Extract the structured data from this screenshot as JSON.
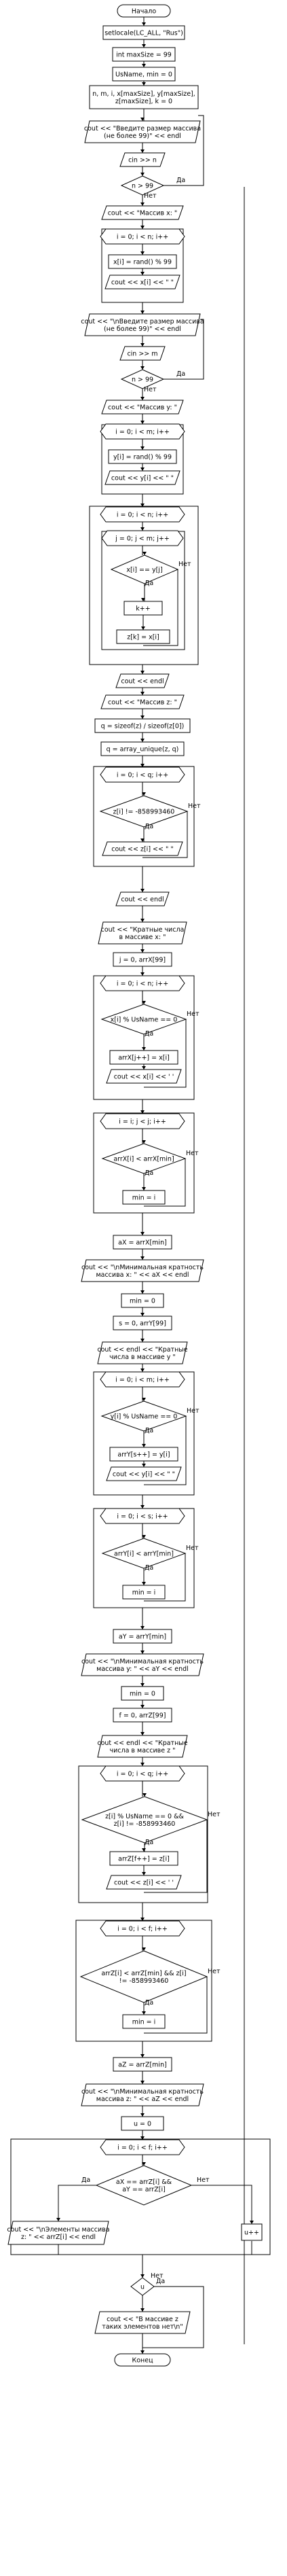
{
  "labels": {
    "yes": "Да",
    "no": "Нет"
  },
  "nodes": [
    {
      "k": "term",
      "t": [
        "Начало"
      ]
    },
    {
      "k": "proc",
      "t": [
        "setlocale(LC_ALL, \"Rus\")"
      ]
    },
    {
      "k": "proc",
      "t": [
        "int maxSize = 99"
      ]
    },
    {
      "k": "proc",
      "t": [
        "UsName, min = 0"
      ]
    },
    {
      "k": "proc",
      "t": [
        "n, m, i, x[maxSize], y[maxSize],",
        "z[maxSize], k = 0"
      ]
    },
    {
      "k": "io",
      "t": [
        "cout << \"Введите размер массива",
        "(не более 99)\" << endl"
      ]
    },
    {
      "k": "io",
      "t": [
        "cin >> n"
      ]
    },
    {
      "k": "dec",
      "t": [
        "n > 99"
      ]
    },
    {
      "k": "io",
      "t": [
        "cout << \"Массив x: \""
      ]
    },
    {
      "k": "loop",
      "t": [
        "i = 0; i < n; i++"
      ]
    },
    {
      "k": "proc",
      "t": [
        "x[i] = rand() % 99"
      ]
    },
    {
      "k": "io",
      "t": [
        "cout << x[i] << \" \""
      ]
    },
    {
      "k": "io",
      "t": [
        "cout << \"\\nВведите размер массива",
        "(не более 99)\" << endl"
      ]
    },
    {
      "k": "io",
      "t": [
        "cin >> m"
      ]
    },
    {
      "k": "dec",
      "t": [
        "n > 99"
      ]
    },
    {
      "k": "io",
      "t": [
        "cout << \"Массив y: \""
      ]
    },
    {
      "k": "loop",
      "t": [
        "i = 0; i < m; i++"
      ]
    },
    {
      "k": "proc",
      "t": [
        "y[i] = rand() % 99"
      ]
    },
    {
      "k": "io",
      "t": [
        "cout << y[i] << \" \""
      ]
    },
    {
      "k": "loop",
      "t": [
        "i = 0; i < n; i++"
      ]
    },
    {
      "k": "loop",
      "t": [
        "j = 0; j < m; j++"
      ]
    },
    {
      "k": "dec",
      "t": [
        "x[i] == y[j]"
      ]
    },
    {
      "k": "proc",
      "t": [
        "k++"
      ]
    },
    {
      "k": "proc",
      "t": [
        "z[k] = x[i]"
      ]
    },
    {
      "k": "io",
      "t": [
        "cout << endl"
      ]
    },
    {
      "k": "io",
      "t": [
        "cout << \"Массив z: \""
      ]
    },
    {
      "k": "proc",
      "t": [
        "q = sizeof(z) / sizeof(z[0])"
      ]
    },
    {
      "k": "proc",
      "t": [
        "q = array_unique(z, q)"
      ]
    },
    {
      "k": "loop",
      "t": [
        "i = 0; i < q; i++"
      ]
    },
    {
      "k": "dec",
      "t": [
        "z[i] != -858993460"
      ]
    },
    {
      "k": "io",
      "t": [
        "cout << z[i] << \" \""
      ]
    },
    {
      "k": "io",
      "t": [
        "cout << endl"
      ]
    },
    {
      "k": "io",
      "t": [
        "cout << \"Кратные числа",
        "в массиве x: \""
      ]
    },
    {
      "k": "proc",
      "t": [
        "j = 0, arrX[99]"
      ]
    },
    {
      "k": "loop",
      "t": [
        "i = 0; i < n; i++"
      ]
    },
    {
      "k": "dec",
      "t": [
        "x[i] % UsName == 0"
      ]
    },
    {
      "k": "proc",
      "t": [
        "arrX[j++] = x[i]"
      ]
    },
    {
      "k": "io",
      "t": [
        "cout << x[i] << ' '"
      ]
    },
    {
      "k": "loop",
      "t": [
        "i = i; j < j; i++"
      ]
    },
    {
      "k": "dec",
      "t": [
        "arrX[i] < arrX[min]"
      ]
    },
    {
      "k": "proc",
      "t": [
        "min = i"
      ]
    },
    {
      "k": "proc",
      "t": [
        "aX = arrX[min]"
      ]
    },
    {
      "k": "io",
      "t": [
        "cout << \"\\nМинимальная кратность",
        "массива x: \" << aX << endl"
      ]
    },
    {
      "k": "proc",
      "t": [
        "min = 0"
      ]
    },
    {
      "k": "proc",
      "t": [
        "s = 0, arrY[99]"
      ]
    },
    {
      "k": "io",
      "t": [
        "cout << endl << \"Кратные",
        "числа в массиве y \""
      ]
    },
    {
      "k": "loop",
      "t": [
        "i = 0; i < m; i++"
      ]
    },
    {
      "k": "dec",
      "t": [
        "y[i] % UsName == 0"
      ]
    },
    {
      "k": "proc",
      "t": [
        "arrY[s++] = y[i]"
      ]
    },
    {
      "k": "io",
      "t": [
        "cout << y[i] << \" \""
      ]
    },
    {
      "k": "loop",
      "t": [
        "i = 0; i < s; i++"
      ]
    },
    {
      "k": "dec",
      "t": [
        "arrY[i] < arrY[min]"
      ]
    },
    {
      "k": "proc",
      "t": [
        "min = i"
      ]
    },
    {
      "k": "proc",
      "t": [
        "aY = arrY[min]"
      ]
    },
    {
      "k": "io",
      "t": [
        "cout << \"\\nМинимальная кратность",
        "массива y: \" << aY << endl"
      ]
    },
    {
      "k": "proc",
      "t": [
        "min = 0"
      ]
    },
    {
      "k": "proc",
      "t": [
        "f = 0, arrZ[99]"
      ]
    },
    {
      "k": "io",
      "t": [
        "cout << endl << \"Кратные",
        "числа в массиве z \""
      ]
    },
    {
      "k": "loop",
      "t": [
        "i = 0; i < q; i++"
      ]
    },
    {
      "k": "dec",
      "t": [
        "z[i] % UsName == 0 &&",
        "z[i] != -858993460"
      ]
    },
    {
      "k": "proc",
      "t": [
        "arrZ[f++] = z[i]"
      ]
    },
    {
      "k": "io",
      "t": [
        "cout << z[i] << ' '"
      ]
    },
    {
      "k": "loop",
      "t": [
        "i = 0; i < f; i++"
      ]
    },
    {
      "k": "dec",
      "t": [
        "arrZ[i] < arrZ[min] && z[i]",
        "!= -858993460"
      ]
    },
    {
      "k": "proc",
      "t": [
        "min = i"
      ]
    },
    {
      "k": "proc",
      "t": [
        "aZ = arrZ[min]"
      ]
    },
    {
      "k": "io",
      "t": [
        "cout << \"\\nМинимальная кратность",
        "массива z: \" << aZ << endl"
      ]
    },
    {
      "k": "proc",
      "t": [
        "u = 0"
      ]
    },
    {
      "k": "loop",
      "t": [
        "i = 0; i < f; i++"
      ]
    },
    {
      "k": "dec",
      "t": [
        "aX == arrZ[i] &&",
        "aY == arrZ[i]"
      ]
    },
    {
      "k": "io",
      "t": [
        "cout << \"\\nЭлементы массива",
        "z: \" << arrZ[i] << endl"
      ]
    },
    {
      "k": "proc",
      "t": [
        "u++"
      ]
    },
    {
      "k": "dec",
      "t": [
        "u"
      ]
    },
    {
      "k": "io",
      "t": [
        "cout << \"В массиве z",
        "таких элементов нет\\n\""
      ]
    },
    {
      "k": "term",
      "t": [
        "Конец"
      ]
    }
  ]
}
